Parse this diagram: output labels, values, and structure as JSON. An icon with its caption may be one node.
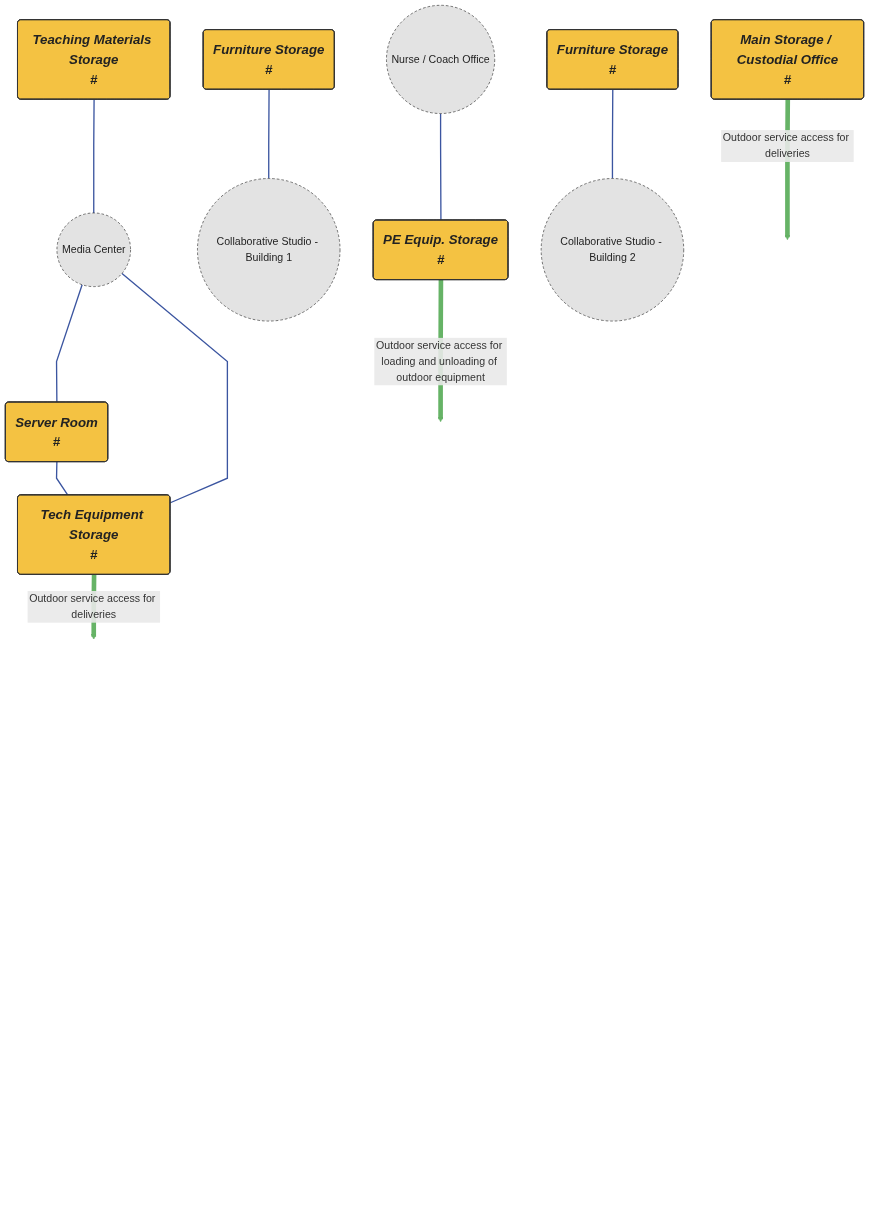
{
  "diagram": {
    "nodes": [
      {
        "text": [
          "Main Storage / Custodial Office",
          "#"
        ]
      },
      {
        "text": [
          "Server Room",
          "#"
        ]
      },
      {
        "text": [
          "Teaching Materials Storage",
          "#"
        ]
      },
      {
        "text": [
          "Media Center"
        ]
      },
      {
        "text": [
          "Tech Equipment Storage",
          "#"
        ]
      },
      {
        "text": [
          "Furniture Storage",
          "#"
        ]
      },
      {
        "text": [
          "Collaborative Studio - Building 1"
        ]
      },
      {
        "text": [
          "Nurse / Coach Office"
        ]
      },
      {
        "text": [
          "PE Equip. Storage",
          "#"
        ]
      },
      {
        "text": [
          "Furniture Storage",
          "#"
        ]
      },
      {
        "text": [
          "Collaborative Studio - Building 2"
        ]
      }
    ],
    "edges": [
      {
        "from": 0,
        "to": null,
        "arrow": "to",
        "label": "Outdoor service access for deliveries",
        "style": "thick",
        "color": "#66b366"
      },
      {
        "from": 2,
        "to": 3,
        "arrow": "none"
      },
      {
        "from": 3,
        "to": 1,
        "arrow": "none"
      },
      {
        "from": 3,
        "to": 4,
        "arrow": "none"
      },
      {
        "from": 1,
        "to": 4,
        "arrow": "none"
      },
      {
        "from": 4,
        "to": null,
        "arrow": "to",
        "label": "Outdoor service access for deliveries",
        "style": "thick",
        "color": "#66b366"
      },
      {
        "from": 5,
        "to": 6,
        "arrow": "none"
      },
      {
        "from": 7,
        "to": 8,
        "arrow": "none"
      },
      {
        "from": 8,
        "to": null,
        "arrow": "to",
        "label": "Outdoor service access for loading and unloading of outdoor equipment",
        "style": "thick",
        "color": "#66b366"
      },
      {
        "from": 9,
        "to": 10,
        "arrow": "none"
      }
    ]
  }
}
